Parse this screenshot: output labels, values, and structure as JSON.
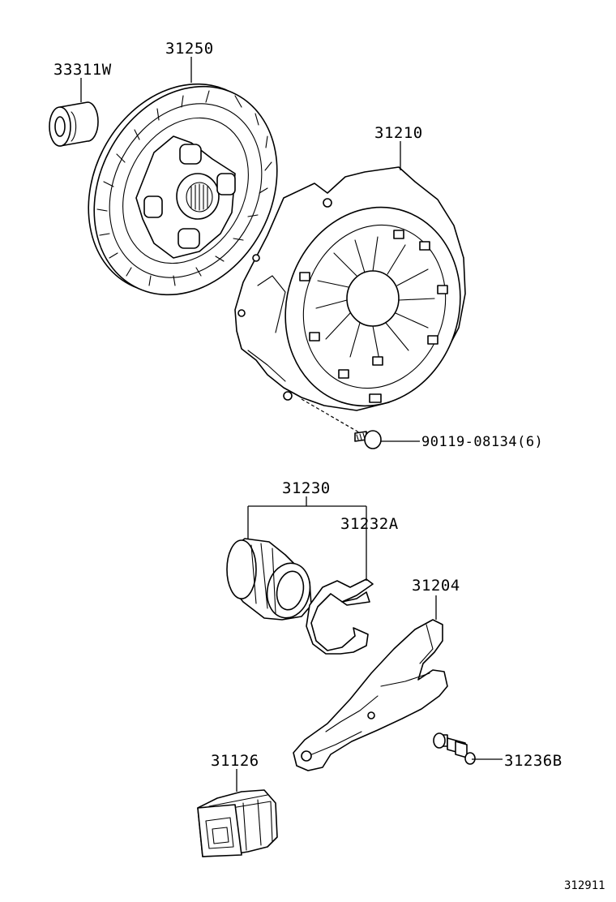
{
  "parts": {
    "bearing": "33311W",
    "disc": "31250",
    "cover": "31210",
    "bolt": "90119-08134(6)",
    "release_bearing": "31230",
    "clip": "31232A",
    "fork": "31204",
    "boot": "31126",
    "pivot": "31236B"
  },
  "diagram_code": "312911"
}
